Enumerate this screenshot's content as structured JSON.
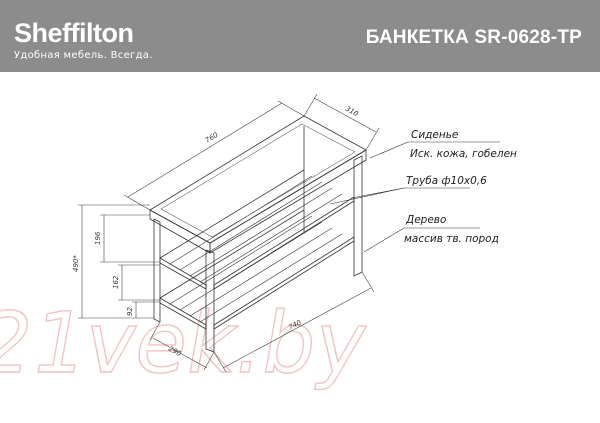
{
  "header": {
    "brand": "Sheffilton",
    "tagline": "Удобная мебель. Всегда.",
    "product_title": "БАНКЕТКА SR-0628-TP"
  },
  "callouts": {
    "seat": "Сиденье",
    "seat_material": "Иск. кожа, гобелен",
    "tube": "Труба ф10x0,6",
    "wood": "Дерево",
    "wood_material": "массив тв. пород"
  },
  "dimensions": {
    "seat_length": "760",
    "seat_depth": "310",
    "height_total": "490*",
    "seat_to_shelf": "196",
    "shelf_gap": "162",
    "bottom_gap": "92",
    "base_length": "740",
    "base_depth": "290"
  },
  "watermark": "21vek.by",
  "colors": {
    "header_bg": "#8c8c8c",
    "line": "#333333",
    "watermark": "#f3c3c3"
  }
}
